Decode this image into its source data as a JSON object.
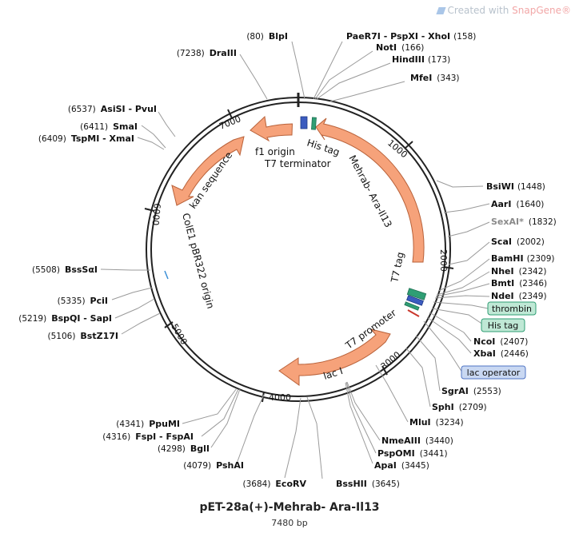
{
  "watermark": {
    "prefix": "Created with ",
    "brand": "SnapGene",
    "suffix": "®"
  },
  "plasmid": {
    "name": "pET-28a(+)-Mehrab- Ara-Il13",
    "length_label": "7480 bp",
    "length": 7480
  },
  "ticks": [
    "1000",
    "2000",
    "3000",
    "4000",
    "5000",
    "6000",
    "7000"
  ],
  "sites": [
    {
      "name": "BlpI",
      "pos": "(80)"
    },
    {
      "name": "PaeR7I - PspXI - XhoI",
      "pos": "(158)"
    },
    {
      "name": "NotI",
      "pos": "(166)"
    },
    {
      "name": "HindIII",
      "pos": "(173)"
    },
    {
      "name": "MfeI",
      "pos": "(343)"
    },
    {
      "name": "BsiWI",
      "pos": "(1448)"
    },
    {
      "name": "AarI",
      "pos": "(1640)"
    },
    {
      "name": "SexAI*",
      "pos": "(1832)",
      "gray": true
    },
    {
      "name": "ScaI",
      "pos": "(2002)"
    },
    {
      "name": "BamHI",
      "pos": "(2309)"
    },
    {
      "name": "NheI",
      "pos": "(2342)"
    },
    {
      "name": "BmtI",
      "pos": "(2346)"
    },
    {
      "name": "NdeI",
      "pos": "(2349)"
    },
    {
      "name": "NcoI",
      "pos": "(2407)"
    },
    {
      "name": "XbaI",
      "pos": "(2446)"
    },
    {
      "name": "SgrAI",
      "pos": "(2553)"
    },
    {
      "name": "SphI",
      "pos": "(2709)"
    },
    {
      "name": "MluI",
      "pos": "(3234)"
    },
    {
      "name": "NmeAIII",
      "pos": "(3440)"
    },
    {
      "name": "PspOMI",
      "pos": "(3441)"
    },
    {
      "name": "ApaI",
      "pos": "(3445)"
    },
    {
      "name": "BssHII",
      "pos": "(3645)"
    },
    {
      "name": "EcoRV",
      "pos": "(3684)"
    },
    {
      "name": "PshAI",
      "pos": "(4079)"
    },
    {
      "name": "BglI",
      "pos": "(4298)"
    },
    {
      "name": "FspI - FspAI",
      "pos": "(4316)"
    },
    {
      "name": "PpuMI",
      "pos": "(4341)"
    },
    {
      "name": "BstZ17I",
      "pos": "(5106)"
    },
    {
      "name": "BspQI - SapI",
      "pos": "(5219)"
    },
    {
      "name": "PciI",
      "pos": "(5335)"
    },
    {
      "name": "BssSαI",
      "pos": "(5508)"
    },
    {
      "name": "TspMI - XmaI",
      "pos": "(6409)"
    },
    {
      "name": "SmaI",
      "pos": "(6411)"
    },
    {
      "name": "AsiSI - PvuI",
      "pos": "(6537)"
    },
    {
      "name": "DraIII",
      "pos": "(7238)"
    }
  ],
  "boxed_features": [
    {
      "label": "thrombin",
      "color": "#bfe8d5",
      "border": "#2f9e74"
    },
    {
      "label": "His tag",
      "color": "#bfe8d5",
      "border": "#2f9e74"
    },
    {
      "label": "lac operator",
      "color": "#c9d8f2",
      "border": "#4f74c4"
    }
  ],
  "features": {
    "insert": "Mehrab- Ara-Il13",
    "his_tag": "His tag",
    "f1_origin": "f1 origin",
    "t7_terminator": "T7 terminator",
    "kan": "kan sequence",
    "ori": "ColE1 pBR322 origin",
    "t7_tag": "T7 tag",
    "t7_promoter": "T7 promoter",
    "lacI": "lac I"
  },
  "colors": {
    "feature_fill": "#f6a27a",
    "feature_stroke": "#b9623a",
    "backbone": "#222222",
    "connector": "#9a9a9a",
    "tag_green": "#2f9e74",
    "origin_blue": "#3b5bbf"
  }
}
